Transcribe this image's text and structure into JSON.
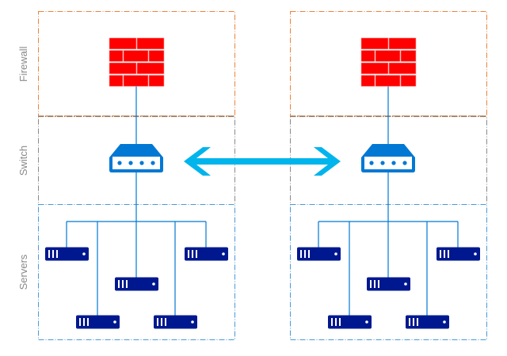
{
  "diagram": {
    "title": "Redundant firewall, switch and server network",
    "zones": [
      {
        "id": "firewall",
        "label": "Firewall",
        "border_color": "#e8853c"
      },
      {
        "id": "switch",
        "label": "Switch",
        "border_color": "#8a8a8a"
      },
      {
        "id": "servers",
        "label": "Servers",
        "border_color": "#4a9ad8"
      }
    ],
    "sites": [
      {
        "id": "left",
        "firewall_icon": "brick-firewall-icon",
        "switch_icon": "network-switch-icon",
        "server_count": 5
      },
      {
        "id": "right",
        "firewall_icon": "brick-firewall-icon",
        "switch_icon": "network-switch-icon",
        "server_count": 5
      }
    ],
    "link": {
      "type": "bidirectional-arrow",
      "between": [
        "left.switch",
        "right.switch"
      ],
      "color": "#00b4ec"
    },
    "colors": {
      "firewall": "#ff0000",
      "switch": "#0078d4",
      "server": "#00188f",
      "connector": "#0078d4",
      "arrow": "#00b4ec"
    }
  }
}
